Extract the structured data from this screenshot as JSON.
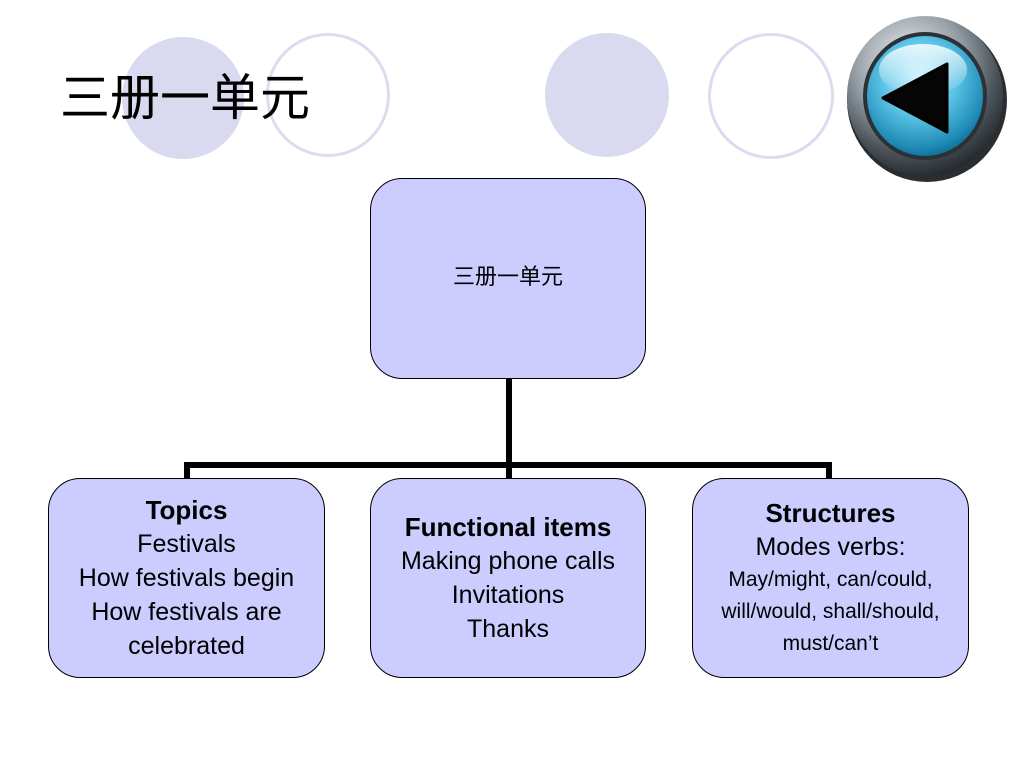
{
  "slide": {
    "title": "三册一单元"
  },
  "nav": {
    "back_icon": "back-arrow-icon"
  },
  "org_chart": {
    "root": {
      "label": "三册一单元"
    },
    "children": [
      {
        "heading": "Topics",
        "lines": [
          "Festivals",
          "How festivals begin",
          "How festivals are",
          "celebrated"
        ]
      },
      {
        "heading": "Functional items",
        "lines": [
          "Making phone calls",
          "Invitations",
          "Thanks"
        ]
      },
      {
        "heading": "Structures",
        "lines": [
          "Modes verbs:"
        ],
        "small_lines": [
          "May/might, can/could,",
          "will/would, shall/should,",
          "must/can’t"
        ]
      }
    ]
  },
  "colors": {
    "node_fill": "#ccccff",
    "decor_fill": "#d9d9f0",
    "button_blue": "#3aa8cc"
  }
}
